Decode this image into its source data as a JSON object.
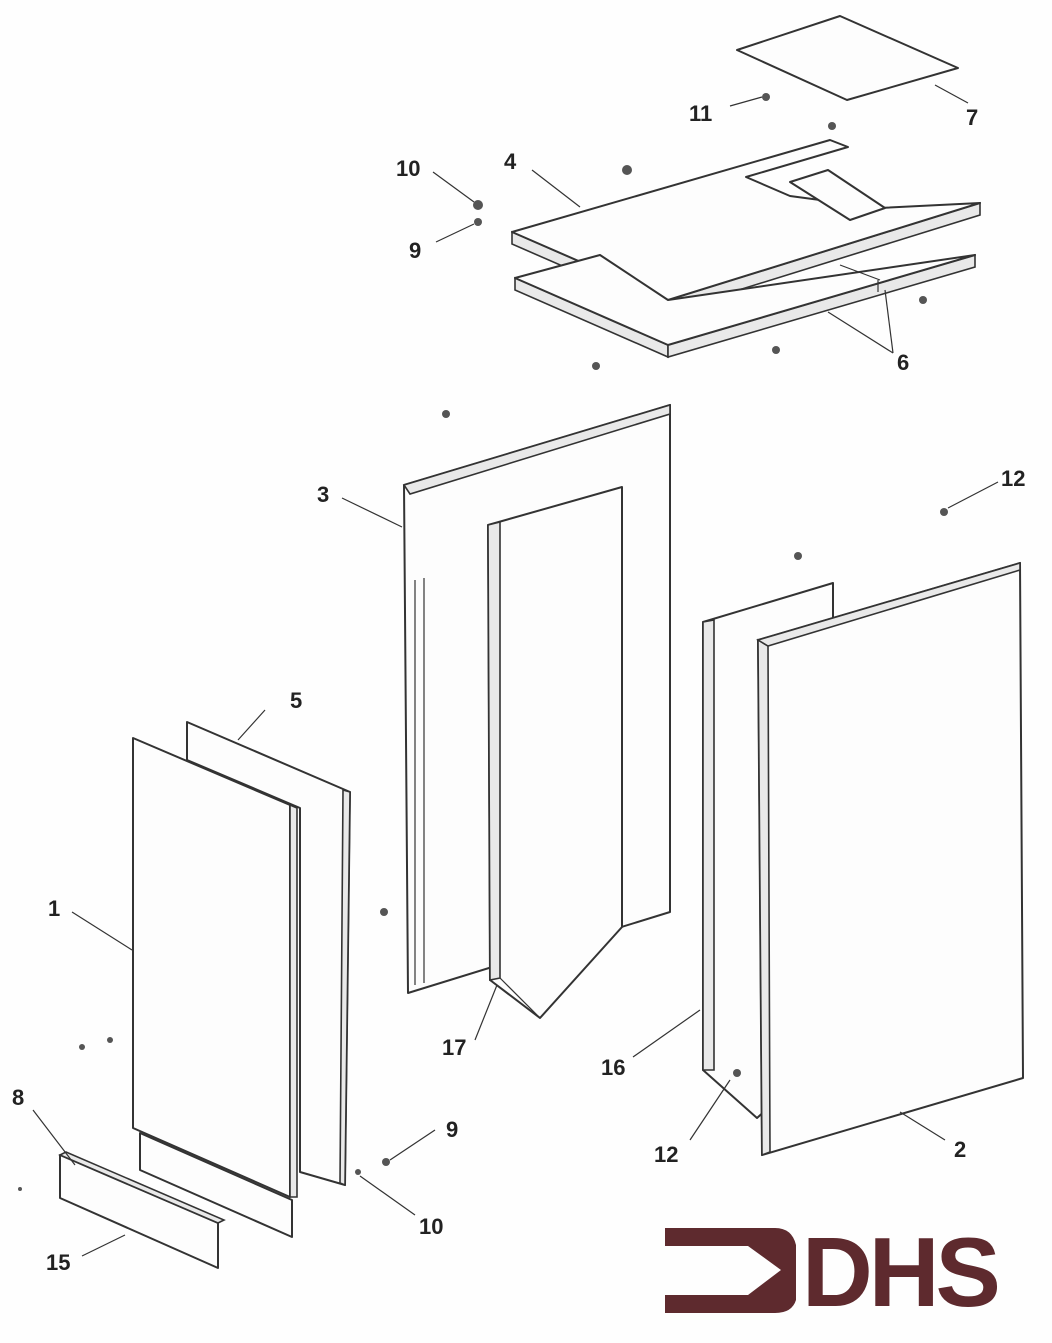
{
  "diagram": {
    "type": "exploded parts diagram",
    "part_labels": [
      "11",
      "7",
      "10",
      "4",
      "9",
      "6",
      "12",
      "3",
      "5",
      "1",
      "17",
      "16",
      "8",
      "9",
      "12",
      "2",
      "10",
      "15"
    ]
  },
  "logo": {
    "text": "DHS",
    "color": "#5e2a2e"
  }
}
